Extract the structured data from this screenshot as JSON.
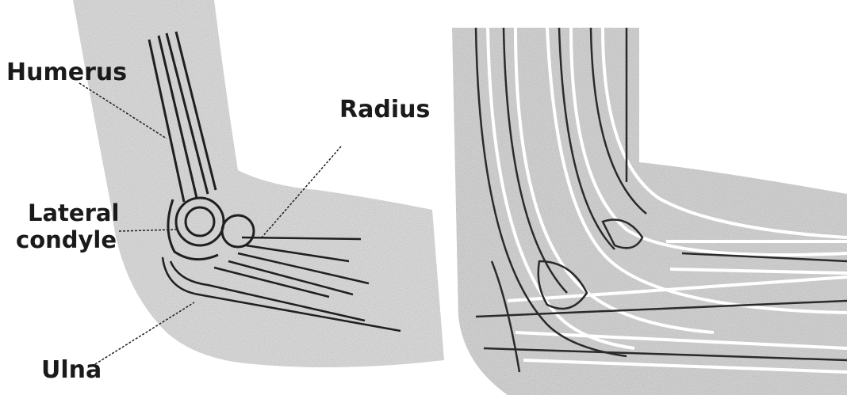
{
  "labels": {
    "humerus": "Humerus",
    "radius": "Radius",
    "lateral_condyle_line1": "Lateral",
    "lateral_condyle_line2": "condyle",
    "ulna": "Ulna"
  }
}
